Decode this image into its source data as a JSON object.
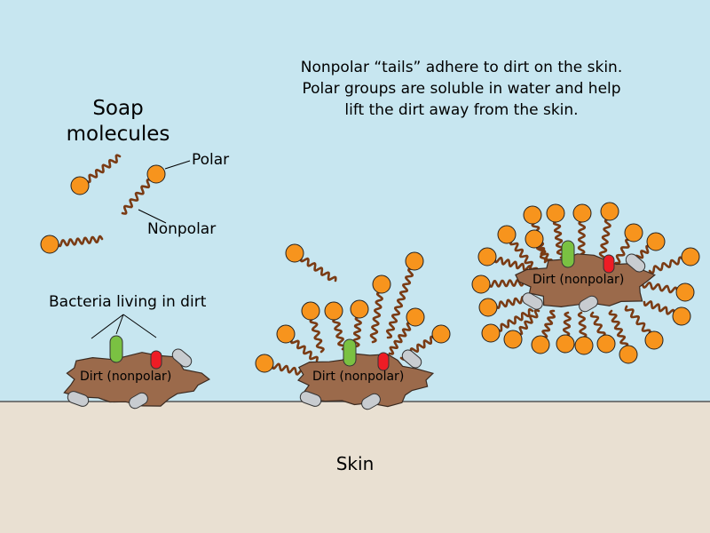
{
  "title": "Soap molecules",
  "title_line1": "Soap",
  "title_line2": "molecules",
  "caption_lines": [
    "Nonpolar “tails” adhere to dirt on the skin.",
    "Polar groups are soluble in water and help",
    "lift the dirt away from the skin."
  ],
  "labels": {
    "polar": "Polar",
    "nonpolar": "Nonpolar",
    "bacteria": "Bacteria living in dirt",
    "dirt": "Dirt (nonpolar)",
    "skin": "Skin"
  },
  "colors": {
    "water": "#c7e6f0",
    "skin": "#e9e0d2",
    "dirt": "#9b6a4b",
    "dirt_outline": "#3a2a20",
    "polar_head": "#f7941d",
    "tail": "#7a3b14",
    "bacteria_green": "#7ac142",
    "bacteria_red": "#ee1c25",
    "bacteria_gray": "#c8ccd0"
  }
}
